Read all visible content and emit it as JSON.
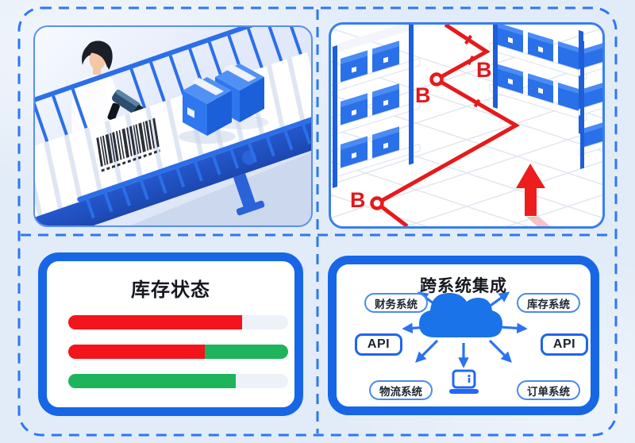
{
  "palette": {
    "panel_border_blue": "#1766e6",
    "dashed_line_blue": "#2e77f2",
    "illustration_blue": "#2b6fe8",
    "cloud_blue": "#1a73e8",
    "route_red": "#e61a1c",
    "bar_red": "#f3141c",
    "bar_green": "#1db45c"
  },
  "warehouse_route": {
    "markers": [
      "B",
      "B",
      "B"
    ]
  },
  "inventory_status": {
    "title": "库存状态",
    "bars": [
      {
        "segments": [
          {
            "color": "#f3141c",
            "width": "79%"
          }
        ]
      },
      {
        "segments": [
          {
            "color": "#f3141c",
            "width": "62%"
          },
          {
            "color": "#1db45c",
            "width": "38%"
          }
        ]
      },
      {
        "segments": [
          {
            "color": "#1db45c",
            "width": "76%"
          }
        ]
      }
    ]
  },
  "integration": {
    "title": "跨系统集成",
    "nodes": {
      "finance": "财务系统",
      "inventory": "库存系统",
      "api_left": "API",
      "api_right": "API",
      "logistics": "物流系统",
      "orders": "订单系统"
    }
  }
}
